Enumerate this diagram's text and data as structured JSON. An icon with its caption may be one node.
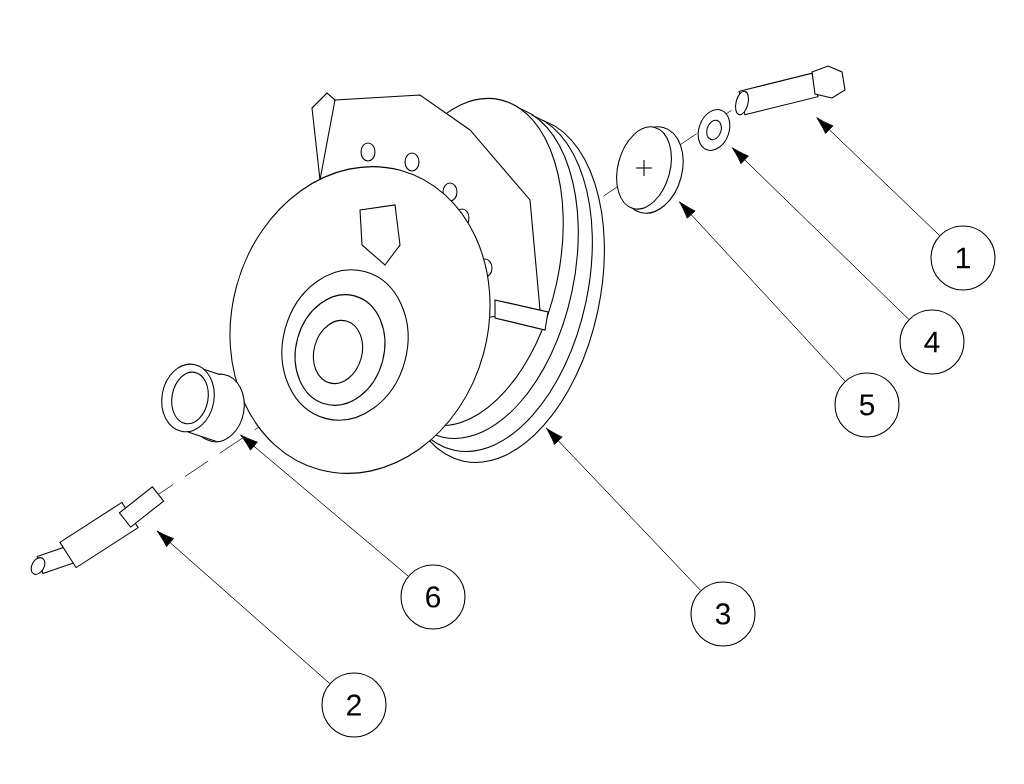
{
  "diagram": {
    "nodes": [
      {
        "text": [
          "1"
        ]
      },
      {
        "text": [
          "4"
        ]
      },
      {
        "text": [
          "5"
        ]
      },
      {
        "text": [
          "6"
        ]
      },
      {
        "text": [
          "3"
        ]
      },
      {
        "text": [
          "2"
        ]
      },
      {
        "text": [],
        "shape": "picture"
      },
      {
        "text": [],
        "shape": "picture"
      },
      {
        "text": [],
        "shape": "picture"
      },
      {
        "text": [],
        "shape": "picture"
      },
      {
        "text": [],
        "shape": "picture"
      },
      {
        "text": [],
        "shape": "picture"
      }
    ],
    "edges": [
      {
        "from": 0,
        "to": 6,
        "arrow": "to"
      },
      {
        "from": 1,
        "to": 7,
        "arrow": "to"
      },
      {
        "from": 2,
        "to": 8,
        "arrow": "to"
      },
      {
        "from": 3,
        "to": 10,
        "arrow": "to"
      },
      {
        "from": 4,
        "to": 9,
        "arrow": "to"
      },
      {
        "from": 5,
        "to": 11,
        "arrow": "to"
      }
    ]
  }
}
